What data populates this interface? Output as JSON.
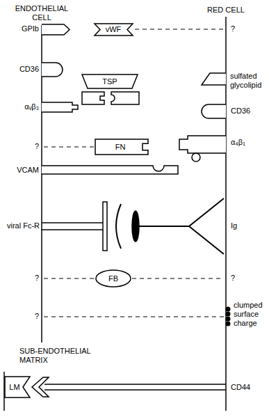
{
  "diagram": {
    "nodes": [
      {
        "text": [
          "vWF"
        ]
      },
      {
        "text": [
          "TSP"
        ]
      },
      {
        "text": [
          "FN"
        ]
      },
      {
        "text": [
          "FB"
        ]
      },
      {
        "text": [
          "LM"
        ]
      }
    ],
    "labels": [
      "ENDOTHELIAL CELL",
      "RED CELL",
      "GPIb",
      "?",
      "CD36",
      "sulfated glycolipid",
      "αᵥβ₃",
      "CD36",
      "?",
      "α₄β₁",
      "VCAM",
      "viral Fc-R",
      "Ig",
      "?",
      "?",
      "?",
      "clumped surface charge",
      "SUB-ENDOTHELIAL MATRIX",
      "CD44"
    ]
  }
}
